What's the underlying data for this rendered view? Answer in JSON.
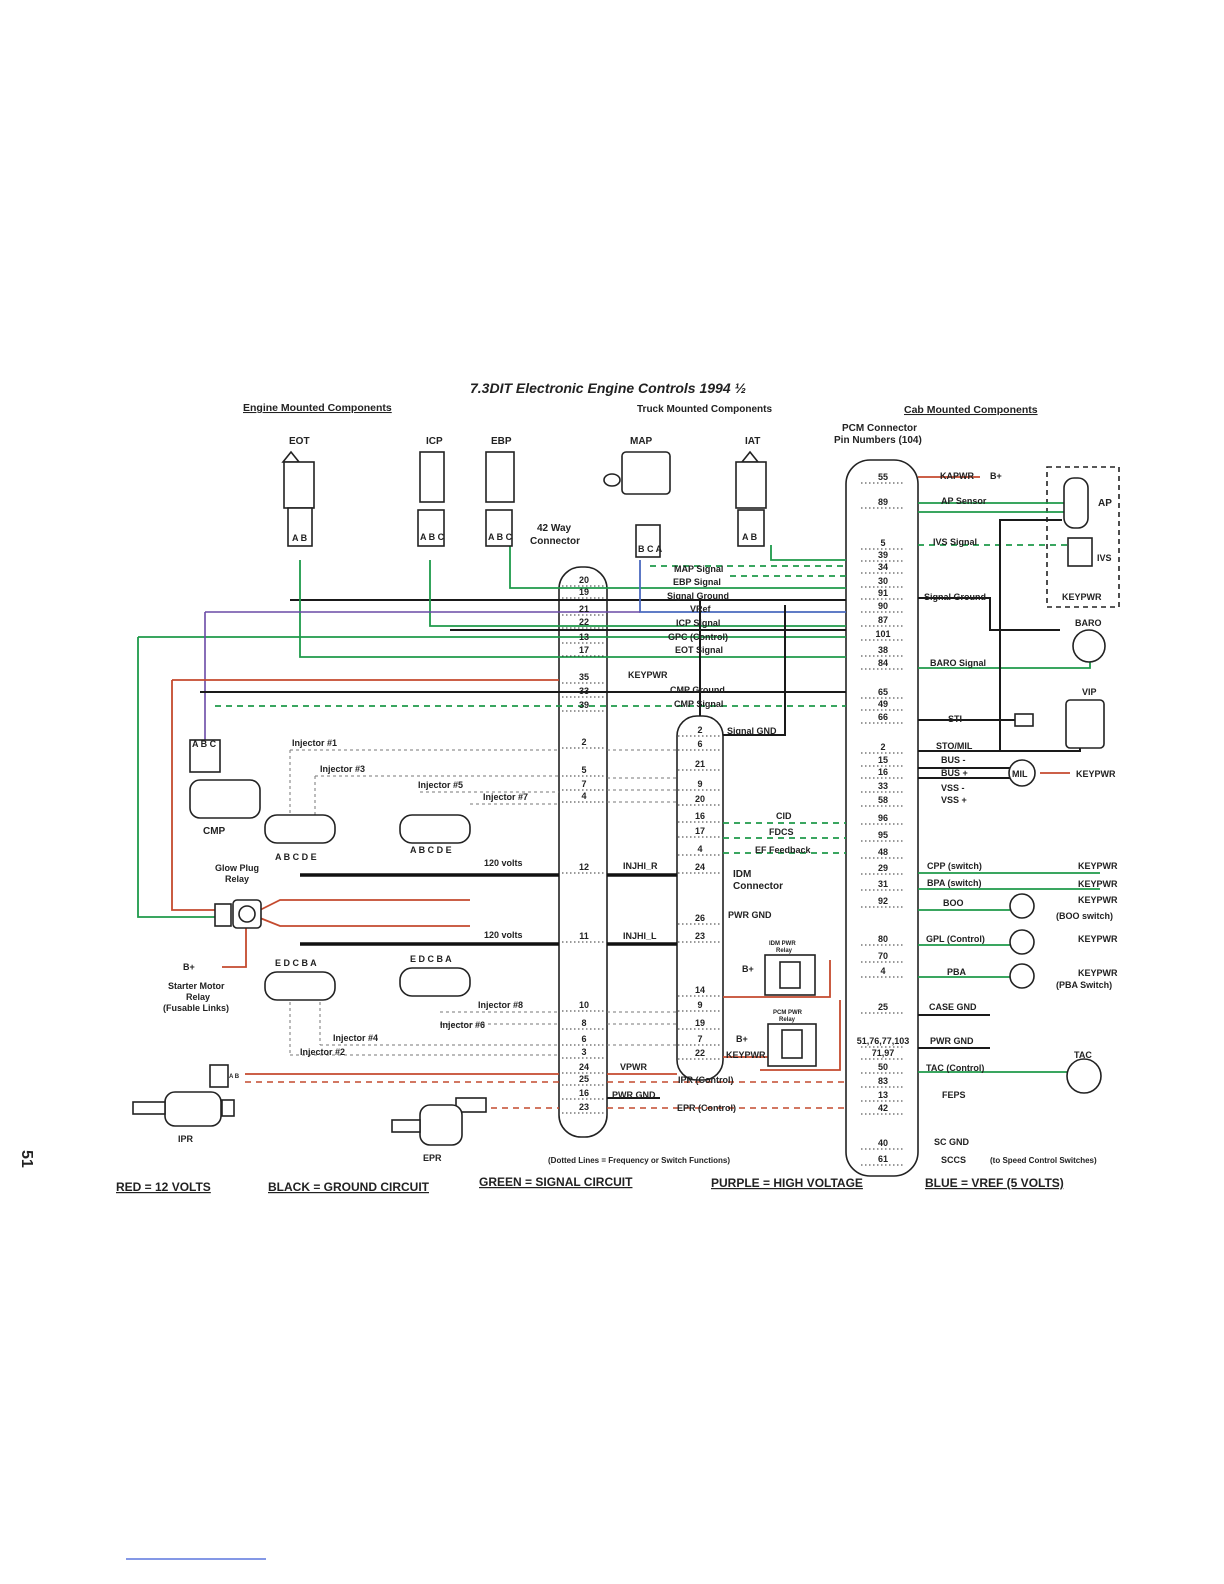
{
  "page_number": "51",
  "title": "7.3DIT Electronic Engine Controls 1994 ½",
  "sections": {
    "engine": "Engine Mounted Components",
    "truck": "Truck Mounted Components",
    "cab": "Cab Mounted Components"
  },
  "pcm": {
    "title_line1": "PCM Connector",
    "title_line2": "Pin Numbers (104)"
  },
  "conn42": {
    "line1": "42 Way",
    "line2": "Connector"
  },
  "idm": {
    "line1": "IDM",
    "line2": "Connector"
  },
  "components": {
    "eot": "EOT",
    "icp": "ICP",
    "ebp": "EBP",
    "map": "MAP",
    "iat": "IAT",
    "cmp": "CMP",
    "glow_line1": "Glow Plug",
    "glow_line2": "Relay",
    "starter_line1": "Starter Motor",
    "starter_line2": "Relay",
    "starter_line3": "(Fusable Links)",
    "ipr": "IPR",
    "epr": "EPR",
    "ap": "AP",
    "ivs": "IVS",
    "baro": "BARO",
    "vip": "VIP",
    "tac": "TAC",
    "mil": "MIL",
    "keypwr": "KEYPWR",
    "bplus": "B+",
    "idm_relay_line1": "IDM PWR",
    "idm_relay_line2": "Relay",
    "pcm_relay_line1": "PCM PWR",
    "pcm_relay_line2": "Relay"
  },
  "connector_letters": {
    "ab": "A  B",
    "abc": "A B C",
    "bca": "B C A",
    "abcde": "A B C D E",
    "edcba": "E D C B A",
    "ab2": "A  B"
  },
  "injectors": {
    "i1": "Injector #1",
    "i3": "Injector #3",
    "i5": "Injector #5",
    "i7": "Injector #7",
    "i8": "Injector #8",
    "i6": "Injector #6",
    "i4": "Injector #4",
    "i2": "Injector #2"
  },
  "volts": "120 volts",
  "signals": {
    "map": "MAP Signal",
    "ebp": "EBP Signal",
    "sgnd": "Signal Ground",
    "vref": "VRef",
    "icp": "ICP Signal",
    "gpc": "GPC (Control)",
    "eot": "EOT Signal",
    "keypwr": "KEYPWR",
    "cmp_gnd": "CMP Ground",
    "cmp_sig": "CMP Signal",
    "sig_gnd": "Signal GND",
    "cid": "CID",
    "fdcs": "FDCS",
    "ef": "EF Feedback",
    "injhi_r": "INJHI_R",
    "injhi_l": "INJHI_L",
    "pwr_gnd": "PWR GND",
    "vpwr": "VPWR",
    "ipr_ctl": "IPR (Control)",
    "pwr_gnd2": "PWR GND",
    "epr_ctl": "EPR (Control)"
  },
  "pins_42": [
    "20",
    "19",
    "21",
    "22",
    "13",
    "17",
    "35",
    "33",
    "39",
    "2",
    "5",
    "7",
    "4",
    "12",
    "11",
    "10",
    "8",
    "6",
    "3",
    "24",
    "25",
    "16",
    "23"
  ],
  "pins_idm": [
    "2",
    "6",
    "21",
    "9",
    "20",
    "16",
    "17",
    "4",
    "24",
    "26",
    "23",
    "14",
    "9",
    "19",
    "7",
    "22"
  ],
  "pins_pcm": [
    "55",
    "89",
    "5",
    "39",
    "34",
    "30",
    "91",
    "90",
    "87",
    "101",
    "38",
    "84",
    "65",
    "49",
    "66",
    "2",
    "15",
    "16",
    "33",
    "58",
    "96",
    "95",
    "48",
    "29",
    "31",
    "92",
    "80",
    "70",
    "4",
    "25",
    "51,76,77,103",
    "71,97",
    "50",
    "83",
    "13",
    "42",
    "40",
    "61"
  ],
  "pcm_labels": {
    "kapwr": "KAPWR",
    "bplus": "B+",
    "ap_sensor": "AP Sensor",
    "ivs_signal": "IVS Signal",
    "signal_ground": "Signal Ground",
    "baro_signal": "BARO Signal",
    "sti": "STI",
    "sto_mil": "STO/MIL",
    "bus_minus": "BUS -",
    "bus_plus": "BUS +",
    "vss_minus": "VSS -",
    "vss_plus": "VSS +",
    "cpp": "CPP (switch)",
    "bpa": "BPA (switch)",
    "boo": "BOO",
    "boo_switch": "(BOO switch)",
    "gpl": "GPL (Control)",
    "pba": "PBA",
    "pba_switch": "(PBA Switch)",
    "case_gnd": "CASE GND",
    "pwr_gnd": "PWR GND",
    "tac_ctl": "TAC (Control)",
    "feps": "FEPS",
    "sc_gnd": "SC GND",
    "sccs": "SCCS",
    "speed_ctl": "(to Speed Control Switches)"
  },
  "dotted_note": "(Dotted Lines = Frequency or Switch Functions)",
  "legend": {
    "red": "RED = 12 VOLTS",
    "black": "BLACK = GROUND CIRCUIT",
    "green": "GREEN = SIGNAL CIRCUIT",
    "purple": "PURPLE = HIGH VOLTAGE",
    "blue": "BLUE = VREF (5 VOLTS)"
  },
  "colors": {
    "red": "#c44a2e",
    "green": "#1e9a4a",
    "purple": "#6a4aa6",
    "blue": "#4a6abf",
    "black": "#1a1a1a"
  }
}
